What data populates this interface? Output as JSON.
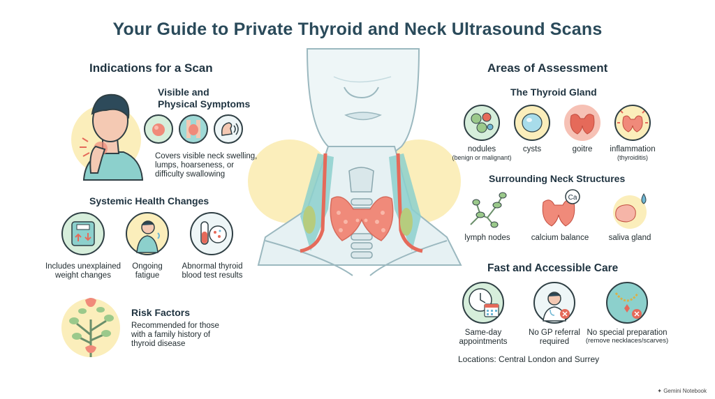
{
  "title": "Your Guide to Private Thyroid and Neck Ultrasound Scans",
  "left": {
    "heading": "Indications for a Scan",
    "visible": {
      "title_line1": "Visible and",
      "title_line2": "Physical Symptoms",
      "desc_line1": "Covers visible neck swelling,",
      "desc_line2": "lumps, hoarseness, or",
      "desc_line3": "difficulty swallowing"
    },
    "systemic": {
      "heading": "Systemic Health Changes",
      "items": [
        {
          "line1": "Includes unexplained",
          "line2": "weight changes",
          "icon": "scale-icon"
        },
        {
          "line1": "Ongoing",
          "line2": "fatigue",
          "icon": "fatigue-icon"
        },
        {
          "line1": "Abnormal thyroid",
          "line2": "blood test results",
          "icon": "blood-test-icon"
        }
      ]
    },
    "risk": {
      "heading": "Risk Factors",
      "line1": "Recommended for those",
      "line2": "with a family history of",
      "line3": "thyroid disease"
    }
  },
  "right": {
    "heading": "Areas of Assessment",
    "thyroid": {
      "heading": "The Thyroid Gland",
      "items": [
        {
          "label": "nodules",
          "sub": "(benign or malignant)",
          "icon": "nodules-icon"
        },
        {
          "label": "cysts",
          "sub": "",
          "icon": "cyst-icon"
        },
        {
          "label": "goitre",
          "sub": "",
          "icon": "goitre-icon"
        },
        {
          "label": "inflammation",
          "sub": "(thyroiditis)",
          "icon": "inflammation-icon"
        }
      ]
    },
    "neck": {
      "heading": "Surrounding Neck Structures",
      "items": [
        {
          "label": "lymph nodes",
          "icon": "lymph-nodes-icon"
        },
        {
          "label": "calcium balance",
          "icon": "parathyroid-icon",
          "badge": "Ca"
        },
        {
          "label": "saliva gland",
          "icon": "saliva-gland-icon"
        }
      ]
    },
    "care": {
      "heading": "Fast and Accessible Care",
      "items": [
        {
          "line1": "Same-day",
          "line2": "appointments",
          "icon": "clock-calendar-icon"
        },
        {
          "line1": "No GP referral",
          "line2": "required",
          "icon": "doctor-icon"
        },
        {
          "line1": "No special preparation",
          "line2": "(remove necklaces/scarves)",
          "icon": "necklace-icon"
        }
      ],
      "locations": "Locations: Central London and Surrey"
    }
  },
  "watermark": "Gemini Notebook",
  "colors": {
    "heading": "#2a4a5a",
    "thyroid": "#f08a7a",
    "teal": "#8cd0cc",
    "sun": "#fbeebb",
    "outline": "#2f3f44"
  }
}
